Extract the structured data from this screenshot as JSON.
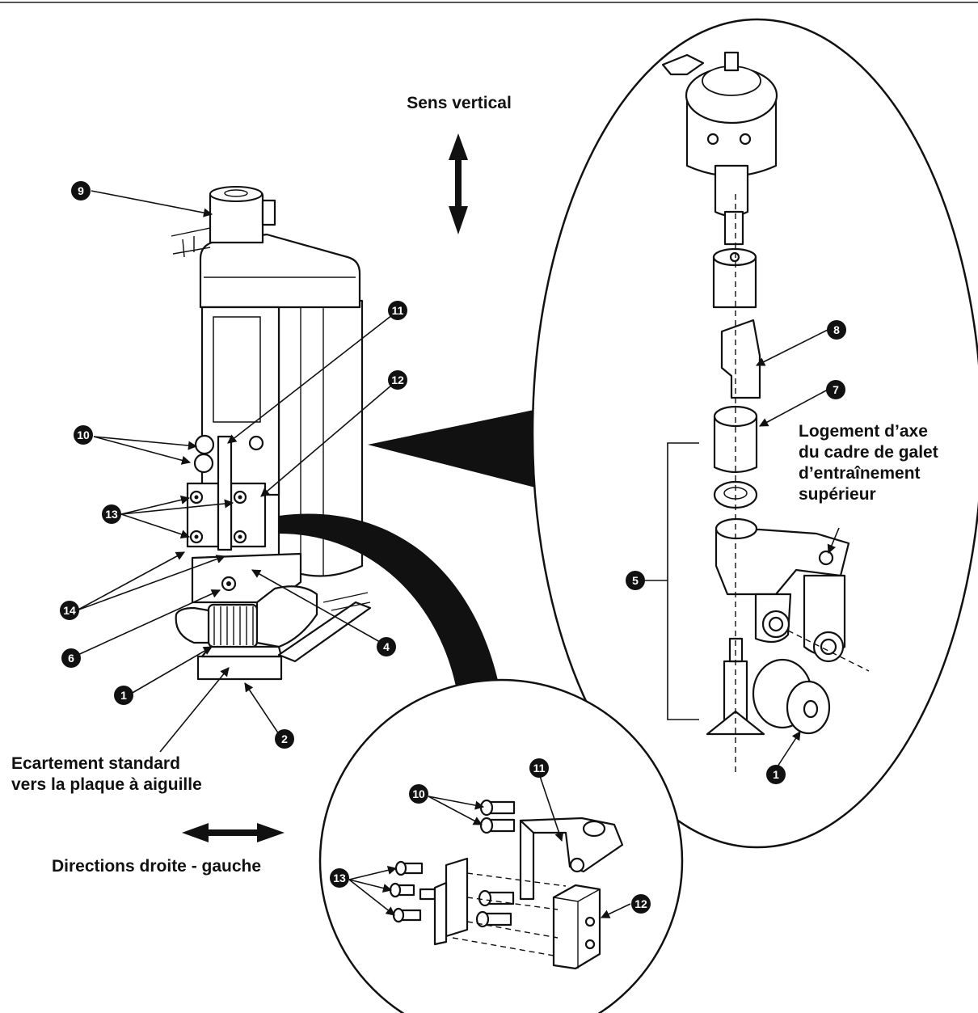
{
  "labels": {
    "vertical": "Sens vertical",
    "std_line1": "Ecartement standard",
    "std_line2": "vers la plaque à aiguille",
    "lr": "Directions droite - gauche",
    "housing_line1": "Logement d’axe",
    "housing_line2": "du cadre de galet",
    "housing_line3": "d’entraînement",
    "housing_line4": "supérieur"
  },
  "callouts": {
    "c1": "1",
    "c2": "2",
    "c4": "4",
    "c5": "5",
    "c6": "6",
    "c7": "7",
    "c8": "8",
    "c9": "9",
    "c10": "10",
    "c11": "11",
    "c12": "12",
    "c13": "13",
    "c14": "14"
  },
  "colors": {
    "ink": "#111111",
    "paper": "#ffffff"
  }
}
